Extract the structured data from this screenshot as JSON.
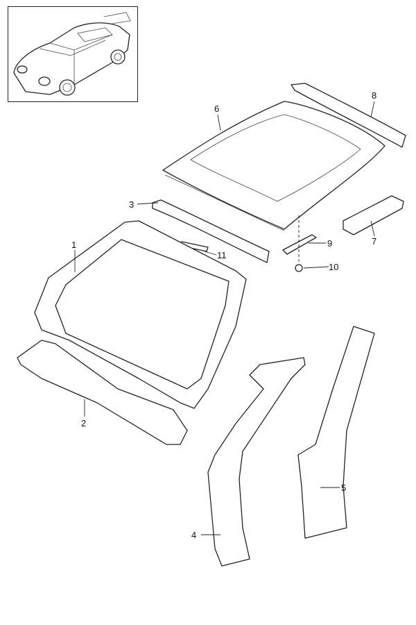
{
  "diagram": {
    "title_thumbnail": "vehicle-overview",
    "callouts": [
      {
        "id": "1",
        "label": "1"
      },
      {
        "id": "2",
        "label": "2"
      },
      {
        "id": "3",
        "label": "3"
      },
      {
        "id": "4",
        "label": "4"
      },
      {
        "id": "5",
        "label": "5"
      },
      {
        "id": "6",
        "label": "6"
      },
      {
        "id": "7",
        "label": "7"
      },
      {
        "id": "8",
        "label": "8"
      },
      {
        "id": "9",
        "label": "9"
      },
      {
        "id": "10",
        "label": "10"
      },
      {
        "id": "11",
        "label": "11"
      }
    ]
  }
}
